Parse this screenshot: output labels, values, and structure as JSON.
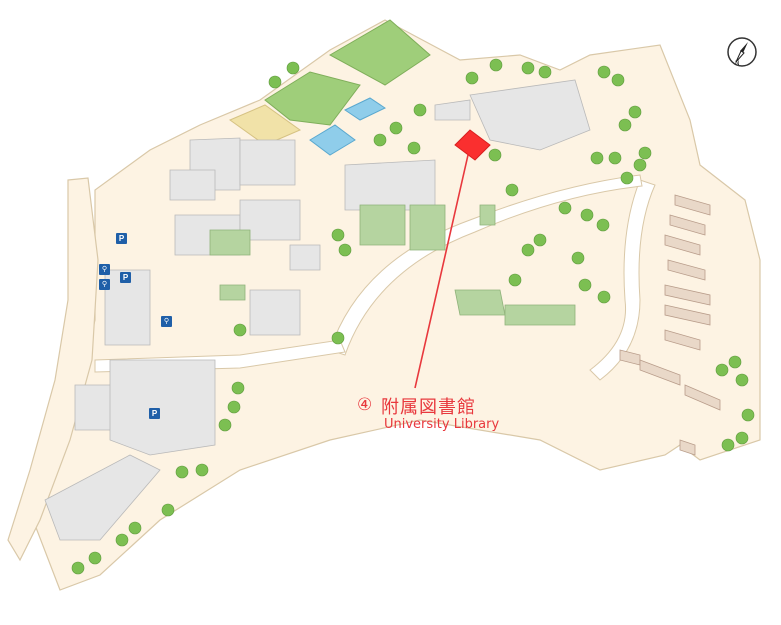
{
  "callout": {
    "number": "④",
    "name_ja": "附属図書館",
    "name_en": "University Library",
    "color": "#e8383d"
  },
  "parking_label": "P",
  "bike_label": "⚲",
  "compass_label": "N",
  "colors": {
    "ground": "#fdf3e3",
    "road": "#ffffff",
    "outline": "#d9c8a8",
    "building": "#e6e6e6",
    "building_green": "#b5d4a0",
    "field": "#9fce7a",
    "pool": "#8fcdea",
    "highlight": "#fa2f2f",
    "tree": "#7cbf52"
  }
}
